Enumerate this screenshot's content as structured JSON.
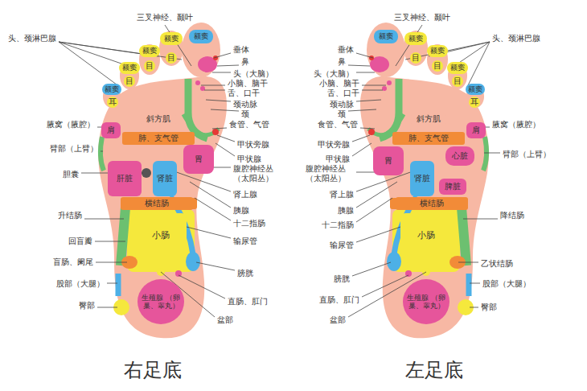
{
  "diagram": {
    "nodes": [
      {
        "text": [
          "额窦"
        ]
      },
      {
        "text": [
          "额窦"
        ]
      },
      {
        "text": [
          "额窦"
        ]
      },
      {
        "text": [
          "额窦"
        ]
      },
      {
        "text": [
          "额窦"
        ]
      },
      {
        "text": [
          "目"
        ]
      },
      {
        "text": [
          "目"
        ]
      },
      {
        "text": [
          "目"
        ]
      },
      {
        "text": [
          "耳"
        ]
      },
      {
        "text": [
          "斜方肌"
        ]
      },
      {
        "text": [
          "肩"
        ]
      },
      {
        "text": [
          "肺、支气管"
        ]
      },
      {
        "text": [
          "肝脏"
        ]
      },
      {
        "text": [
          "肾脏"
        ]
      },
      {
        "text": [
          "胃"
        ]
      },
      {
        "text": [
          "横结肠"
        ]
      },
      {
        "text": [
          "小肠"
        ]
      },
      {
        "text": [
          "生殖腺 （卵巢、睾丸）"
        ]
      },
      {
        "text": [
          "额窦"
        ]
      },
      {
        "text": [
          "额窦"
        ]
      },
      {
        "text": [
          "额窦"
        ]
      },
      {
        "text": [
          "额窦"
        ]
      },
      {
        "text": [
          "额窦"
        ]
      },
      {
        "text": [
          "目"
        ]
      },
      {
        "text": [
          "目"
        ]
      },
      {
        "text": [
          "目"
        ]
      },
      {
        "text": [
          "耳"
        ]
      },
      {
        "text": [
          "斜方肌"
        ]
      },
      {
        "text": [
          "肩"
        ]
      },
      {
        "text": [
          "肺、支气管"
        ]
      },
      {
        "text": [
          "心脏"
        ]
      },
      {
        "text": [
          "胃"
        ]
      },
      {
        "text": [
          "肾脏"
        ]
      },
      {
        "text": [
          "脾脏"
        ]
      },
      {
        "text": [
          "横结肠"
        ]
      },
      {
        "text": [
          "小肠"
        ]
      },
      {
        "text": [
          "生殖腺 （卵巢、睾丸）"
        ]
      }
    ],
    "labels": [
      "三叉神经、颞叶",
      "头、颈淋巴腺",
      "垂体",
      "鼻",
      "头（大脑）",
      "小脑、脑干",
      "舌、口干",
      "颈动脉",
      "颈",
      "食管、气管",
      "甲状旁腺",
      "甲状腺",
      "腹腔神经丛（太阳丛）",
      "肾上腺",
      "胰腺",
      "十二指肠",
      "输尿管",
      "膀胱",
      "直肠、肛门",
      "盆部",
      "腋窝（腋腔）",
      "臂部（上臂）",
      "胆囊",
      "升结肠",
      "回盲瓣",
      "盲肠、阑尾",
      "股部（大腿）",
      "臀部",
      "三叉神经、颞叶",
      "垂体",
      "鼻",
      "头（大脑）",
      "小脑、脑干",
      "舌、口干",
      "颈动脉",
      "颈",
      "食管、气管",
      "甲状旁腺",
      "甲状腺",
      "腹腔神经丛（太阳丛）",
      "肾上腺",
      "胰腺",
      "十二指肠",
      "输尿管",
      "膀胱",
      "直肠、肛门",
      "盆部",
      "头、颈淋巴腺",
      "腋窝（腋腔）",
      "臂部（上臂）",
      "降结肠",
      "乙状结肠",
      "股部（大腿）",
      "臀部",
      "右足底",
      "左足底"
    ]
  }
}
